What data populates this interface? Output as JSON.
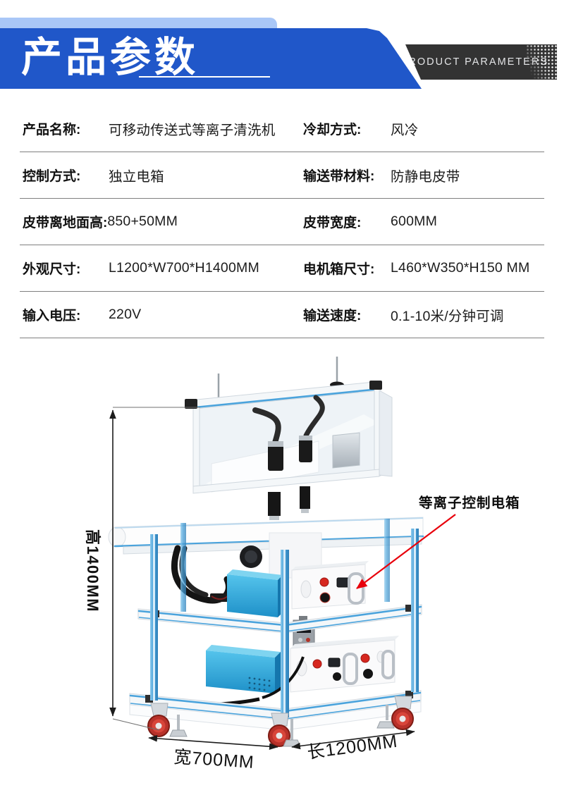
{
  "header": {
    "title": "产品参数",
    "subtitle": "PRODUCT PARAMETERS"
  },
  "colors": {
    "banner_blue": "#2057c9",
    "banner_light_blue": "#a9c7f7",
    "strip_dark": "#333333",
    "callout_red": "#e8000b",
    "machine_profile_blue": "#4aa3dc",
    "device_cyan": "#35aee0",
    "caster_red": "#c63a30"
  },
  "specs": {
    "rows": [
      {
        "left": {
          "label": "产品名称:",
          "value": "可移动传送式等离子清洗机"
        },
        "right": {
          "label": "冷却方式:",
          "value": "风冷"
        }
      },
      {
        "left": {
          "label": "控制方式:",
          "value": "独立电箱"
        },
        "right": {
          "label": "输送带材料:",
          "value": "防静电皮带"
        }
      },
      {
        "left": {
          "label": "皮带离地面高:",
          "value": "850+50MM"
        },
        "right": {
          "label": "皮带宽度:",
          "value": "600MM"
        }
      },
      {
        "left": {
          "label": "外观尺寸:",
          "value": "L1200*W700*H1400MM"
        },
        "right": {
          "label": "电机箱尺寸:",
          "value": "L460*W350*H150 MM"
        }
      },
      {
        "left": {
          "label": "输入电压:",
          "value": "220V"
        },
        "right": {
          "label": "输送速度:",
          "value": "0.1-10米/分钟可调"
        }
      }
    ]
  },
  "figure": {
    "height_label": "高1400MM",
    "width_label": "宽700MM",
    "length_label": "长1200MM",
    "callout_label": "等离子控制电箱"
  }
}
